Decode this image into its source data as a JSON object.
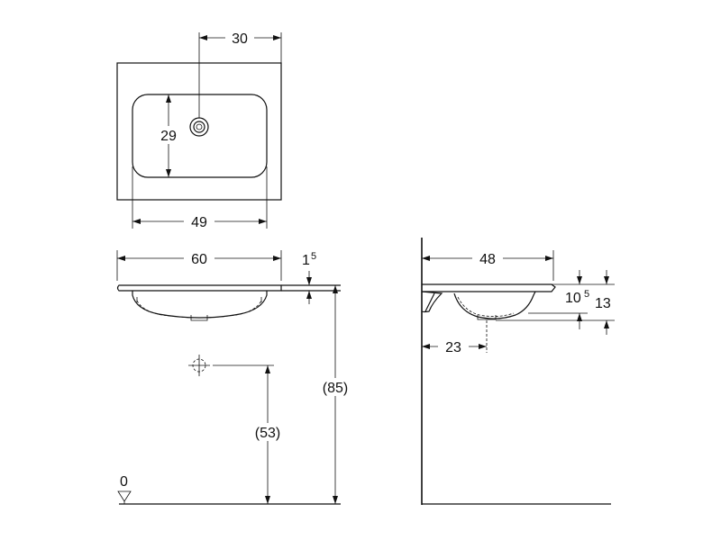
{
  "top_view": {
    "dim_drain_offset": "30",
    "dim_bowl_depth": "29",
    "dim_bowl_width": "49"
  },
  "front_view": {
    "dim_width": "60",
    "dim_rim_base": "1",
    "dim_rim_sup": "5",
    "dim_height_total": "(85)",
    "dim_drain_height": "(53)",
    "floor_level": "0"
  },
  "side_view": {
    "dim_depth": "48",
    "dim_bowl_base": "10",
    "dim_bowl_sup": "5",
    "dim_overall": "13",
    "dim_drain_from_wall": "23"
  }
}
